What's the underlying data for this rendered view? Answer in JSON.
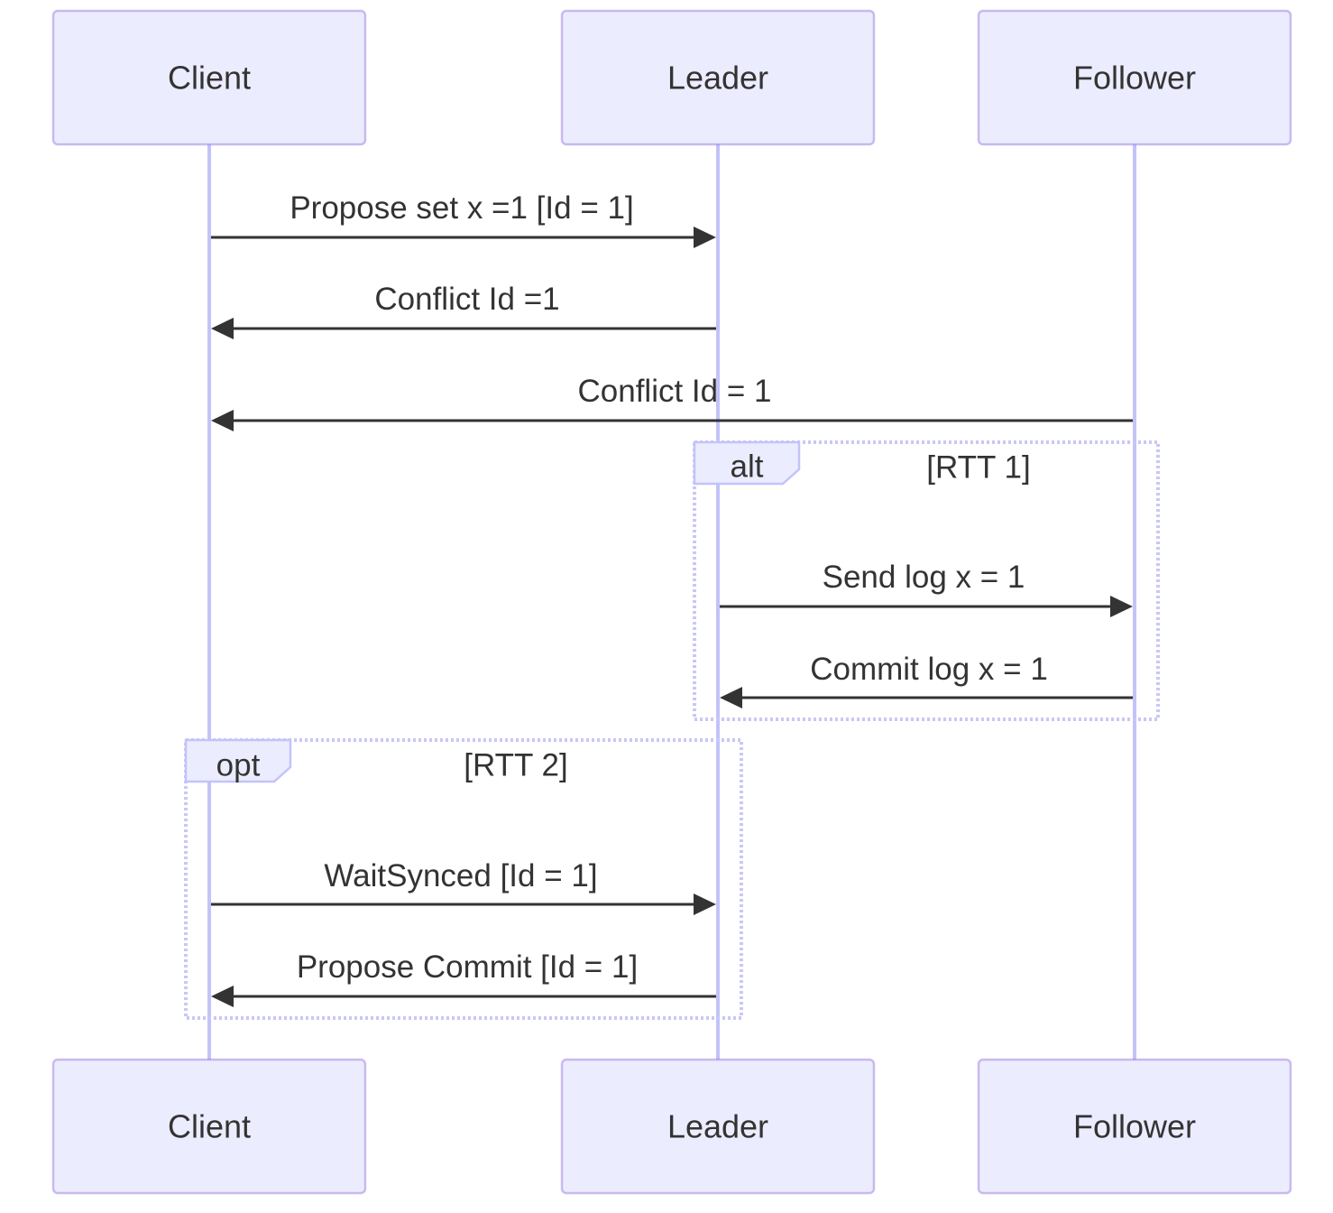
{
  "participants": [
    {
      "id": "client",
      "label": "Client"
    },
    {
      "id": "leader",
      "label": "Leader"
    },
    {
      "id": "follower",
      "label": "Follower"
    }
  ],
  "messages": [
    {
      "from": "client",
      "to": "leader",
      "label": "Propose set x =1 [Id = 1]"
    },
    {
      "from": "leader",
      "to": "client",
      "label": "Conflict Id =1"
    },
    {
      "from": "follower",
      "to": "client",
      "label": "Conflict Id = 1"
    },
    {
      "from": "leader",
      "to": "follower",
      "label": "Send log x = 1"
    },
    {
      "from": "follower",
      "to": "leader",
      "label": "Commit log x = 1"
    },
    {
      "from": "client",
      "to": "leader",
      "label": "WaitSynced [Id = 1]"
    },
    {
      "from": "leader",
      "to": "client",
      "label": "Propose Commit [Id = 1]"
    }
  ],
  "fragments": [
    {
      "type": "alt",
      "condition": "[RTT 1]"
    },
    {
      "type": "opt",
      "condition": "[RTT 2]"
    }
  ],
  "colors": {
    "actor_fill": "#ECECFF",
    "lifeline": "#C3C3FA",
    "message": "#333333"
  }
}
